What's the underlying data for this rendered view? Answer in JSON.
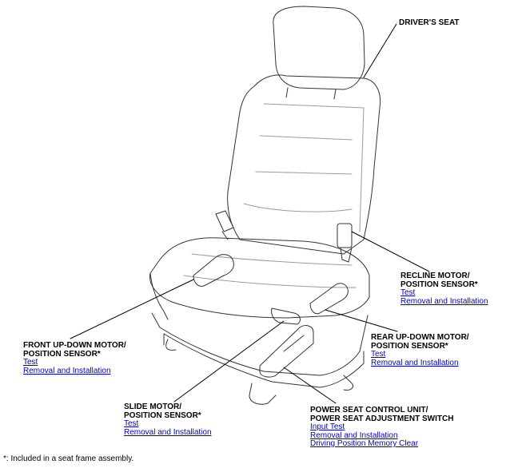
{
  "labels": {
    "drivers_seat": {
      "title": "DRIVER'S SEAT"
    },
    "recline": {
      "title_line1": "RECLINE MOTOR/",
      "title_line2": "POSITION SENSOR*",
      "links": [
        "Test",
        "Removal and Installation"
      ]
    },
    "front_updown": {
      "title_line1": "FRONT UP-DOWN MOTOR/",
      "title_line2": "POSITION SENSOR*",
      "links": [
        "Test",
        "Removal and Installation"
      ]
    },
    "rear_updown": {
      "title_line1": "REAR UP-DOWN MOTOR/",
      "title_line2": "POSITION SENSOR*",
      "links": [
        "Test",
        "Removal and Installation"
      ]
    },
    "slide": {
      "title_line1": "SLIDE MOTOR/",
      "title_line2": "POSITION SENSOR*",
      "links": [
        "Test",
        "Removal and Installation"
      ]
    },
    "control_unit": {
      "title_line1": "POWER SEAT CONTROL UNIT/",
      "title_line2": "POWER SEAT ADJUSTMENT SWITCH",
      "links": [
        "Input Test",
        "Removal and Installation",
        "Driving Position Memory Clear"
      ]
    }
  },
  "footnote": "*: Included in a seat frame assembly.",
  "colors": {
    "link": "#0000cc",
    "outline": "#333333",
    "light_line": "#9a9a9a"
  }
}
